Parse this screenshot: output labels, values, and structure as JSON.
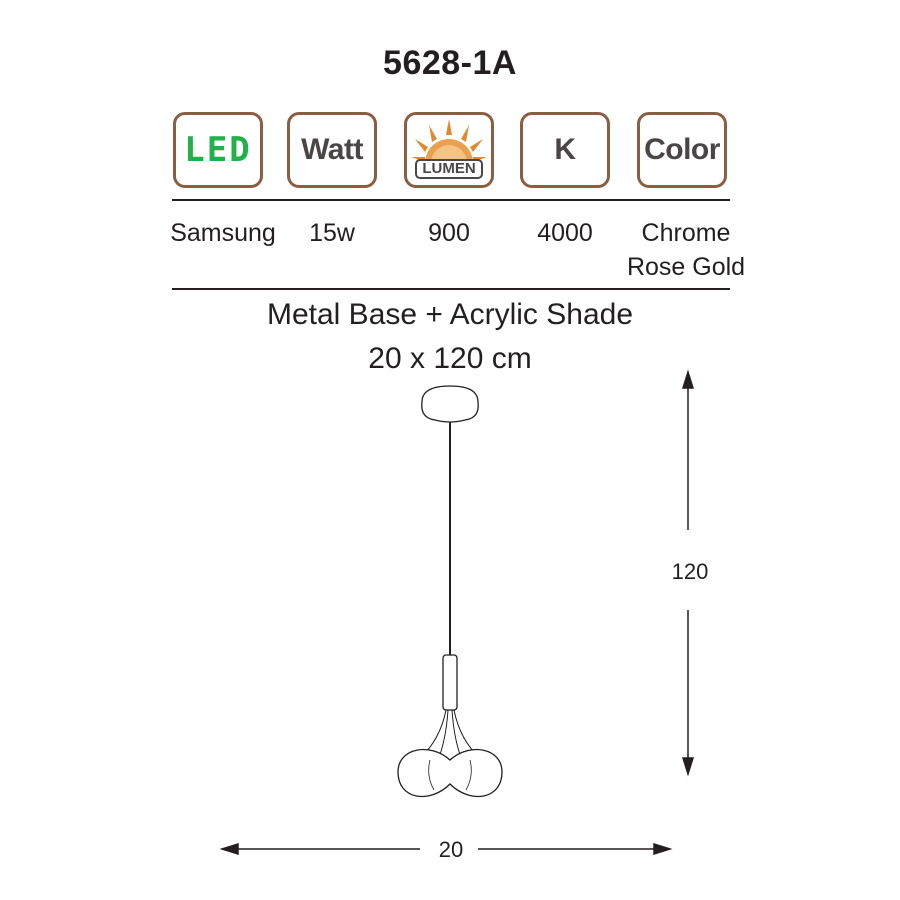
{
  "product": {
    "code": "5628-1A"
  },
  "icons": {
    "led": "LED",
    "watt": "Watt",
    "lumen": "LUMEN",
    "kelvin": "K",
    "color": "Color"
  },
  "specs": {
    "led_brand": "Samsung",
    "watt": "15w",
    "lumen": "900",
    "kelvin": "4000",
    "colors": [
      "Chrome",
      "Rose Gold"
    ]
  },
  "description": {
    "material": "Metal Base + Acrylic Shade",
    "size": "20 x 120 cm"
  },
  "dimensions": {
    "height": "120",
    "width": "20"
  },
  "colors": {
    "border_brown": "#8b5e44",
    "led_green": "#22b04b",
    "sun_orange": "#e0892f",
    "text_dark": "#231f20"
  }
}
